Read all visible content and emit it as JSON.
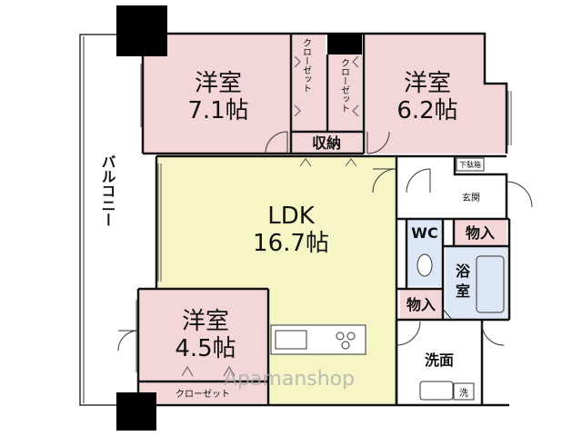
{
  "rooms": {
    "western1": {
      "name": "洋室",
      "size": "7.1帖"
    },
    "western2": {
      "name": "洋室",
      "size": "6.2帖"
    },
    "western3": {
      "name": "洋室",
      "size": "4.5帖"
    },
    "ldk": {
      "name": "LDK",
      "size": "16.7帖"
    },
    "closet_a": "クローゼット",
    "closet_b": "クローゼット",
    "closet_c": "クローゼット",
    "storage": "収納",
    "shoe_cabinet": "下駄箱",
    "entrance": "玄関",
    "wc": "WC",
    "storage_in_1": "物入",
    "storage_in_2": "物入",
    "bath": "浴室",
    "washroom": "洗面",
    "wash_mark": "洗",
    "balcony": "バルコニー"
  },
  "watermark": "Apamanshop",
  "colors": {
    "western_room": "#f3d6d8",
    "ldk": "#f6f5c6",
    "wet_area": "#dde7f5",
    "wall": "#111111",
    "column": "#000000"
  }
}
